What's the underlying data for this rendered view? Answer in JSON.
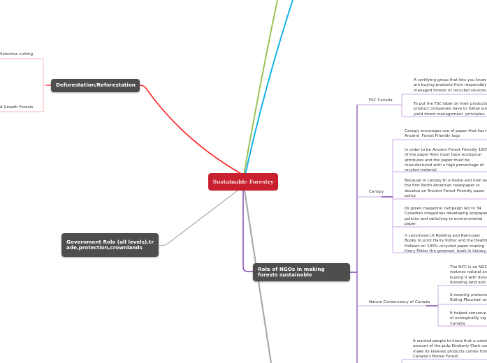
{
  "central": {
    "label": "Sustainable Forestry",
    "color": "#c8202f"
  },
  "branches": {
    "deforestation": {
      "label": "Deforestation/Reforestation",
      "color": "#ff2020",
      "children": [
        "Selective cutting",
        "d Growth Forests"
      ]
    },
    "government": {
      "label": "Government Role (all levels),trade,protection,crownlands",
      "color": "#aaaaaa"
    },
    "ngos": {
      "label": "Role of NGOs in making forests sustainable",
      "color": "#7b3fb0",
      "children": [
        {
          "label": "FSC Canada",
          "items": [
            "A certifying group that lets you know t\nare buying products from responsibly\nmanaged forests or recycled sources.",
            "To put the FSC label on their products\nproduct companies have to follow sust\nyield forest management  principles."
          ]
        },
        {
          "label": "Canopy",
          "items": [
            "Canopy enourages use of paper that has th\nAncient  Forest Friendly logo",
            "In order to be Ancient Forest Friendly 100%\nof the paper fibre must hace ecological\nattributes and the paper must be\nmanufactured with a high percentage of\nrecyled material.",
            "Because of canopy th e Globe and mail wa\nthe first North American newspaper to\ndevelop an Ancient Forest Friendly paper\npolicy",
            "Its green magazine campaign led to 34\nCanadian magazines developing ecopaper\npolicies and switching to environmental\npaper.",
            "It convinced J.K Rowling and Raincoast\nBooks to print Harry Potter and the Deathl\nHallows on 100% recycled paper making\nHarry Potter the greenest  book in history."
          ]
        },
        {
          "label": "Nature Conservancy of Canada",
          "items": [
            "The NCC is an NGO\nrestores natural are\nbuying it with dona\ndonating land and l",
            "It recently protecte\nRiding Mountain an",
            "It helped conserve\nof ecologicallly sig\nCanada"
          ]
        },
        {
          "label": "",
          "items": [
            "It wanted people to know that a subst\namount of the pulp Kimberly Clark use\nmake its kleenex products comes from\nCanada's Boreal Forest."
          ]
        }
      ]
    }
  },
  "other_branch_colors": [
    "#9bc255",
    "#12b0ea"
  ]
}
